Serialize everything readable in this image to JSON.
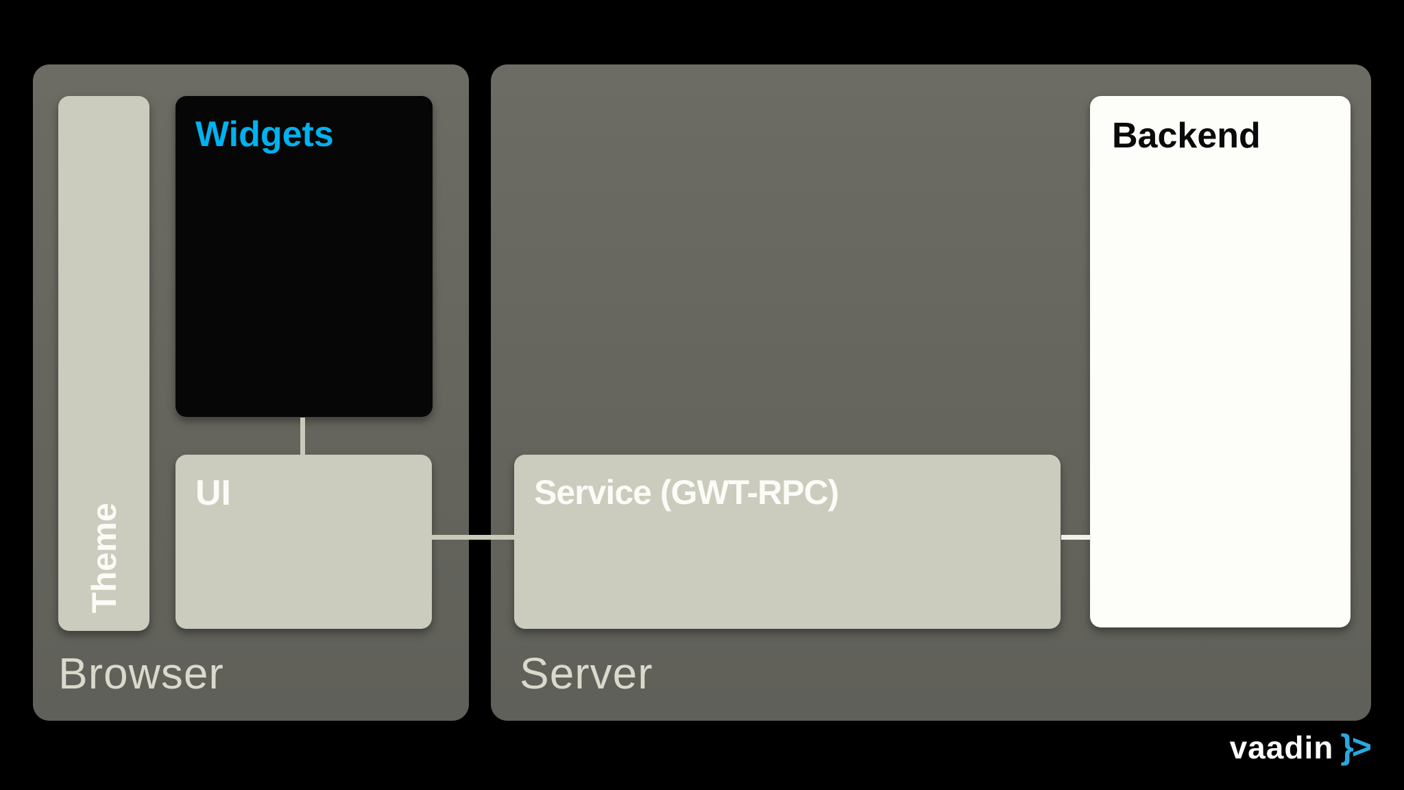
{
  "colors": {
    "page_background": "#000000",
    "container_gray": "#65655d",
    "node_light": "#cbccbd",
    "node_dark": "#060606",
    "node_white": "#fdfdfa",
    "accent_cyan": "#00b2ef",
    "label_light": "#d9dacb",
    "text_white": "#fbfbf7",
    "text_black": "#0a0a0a"
  },
  "diagram": {
    "containers": {
      "browser": {
        "label": "Browser"
      },
      "server": {
        "label": "Server"
      }
    },
    "nodes": {
      "theme": {
        "label": "Theme",
        "container": "browser"
      },
      "widgets": {
        "label": "Widgets",
        "container": "browser"
      },
      "ui": {
        "label": "UI",
        "container": "browser"
      },
      "service": {
        "label": "Service (GWT-RPC)",
        "container": "server"
      },
      "backend": {
        "label": "Backend",
        "container": "server"
      }
    },
    "connectors": [
      {
        "from": "widgets",
        "to": "ui"
      },
      {
        "from": "ui",
        "to": "service"
      },
      {
        "from": "service",
        "to": "backend"
      }
    ]
  },
  "branding": {
    "logo_text": "vaadin",
    "logo_symbol": "}>"
  }
}
